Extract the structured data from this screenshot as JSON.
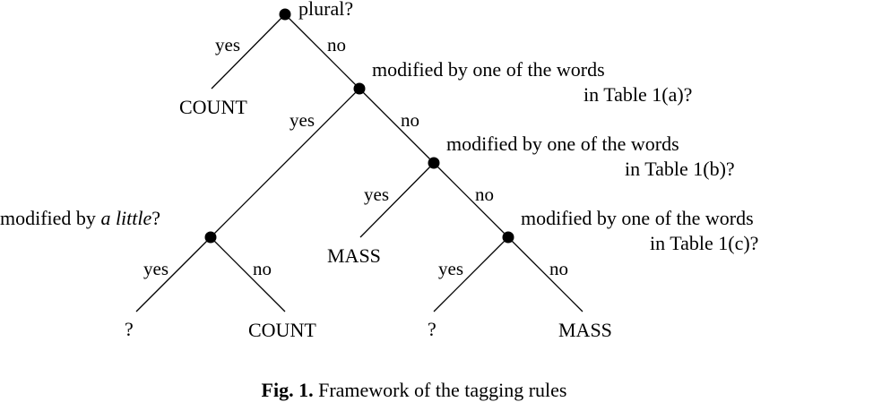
{
  "nodes": {
    "root": {
      "question": "plural?"
    },
    "n1": {
      "question_line1": "modified by one of the words",
      "question_line2": "in Table 1(a)?"
    },
    "n2": {
      "question_line1": "modified by one of the words",
      "question_line2": "in Table 1(b)?"
    },
    "n3": {
      "question_line1": "modified by one of the words",
      "question_line2": "in Table 1(c)?"
    },
    "n4": {
      "question_prefix": "modified by",
      "question_italic": "a little",
      "question_suffix": "?"
    }
  },
  "edges": {
    "yes": "yes",
    "no": "no"
  },
  "leaves": {
    "root_yes": "COUNT",
    "n2_yes": "MASS",
    "n3_yes": "?",
    "n3_no": "MASS",
    "n4_yes": "?",
    "n4_no": "COUNT"
  },
  "caption": {
    "label": "Fig. 1.",
    "text": "Framework of the tagging rules"
  }
}
